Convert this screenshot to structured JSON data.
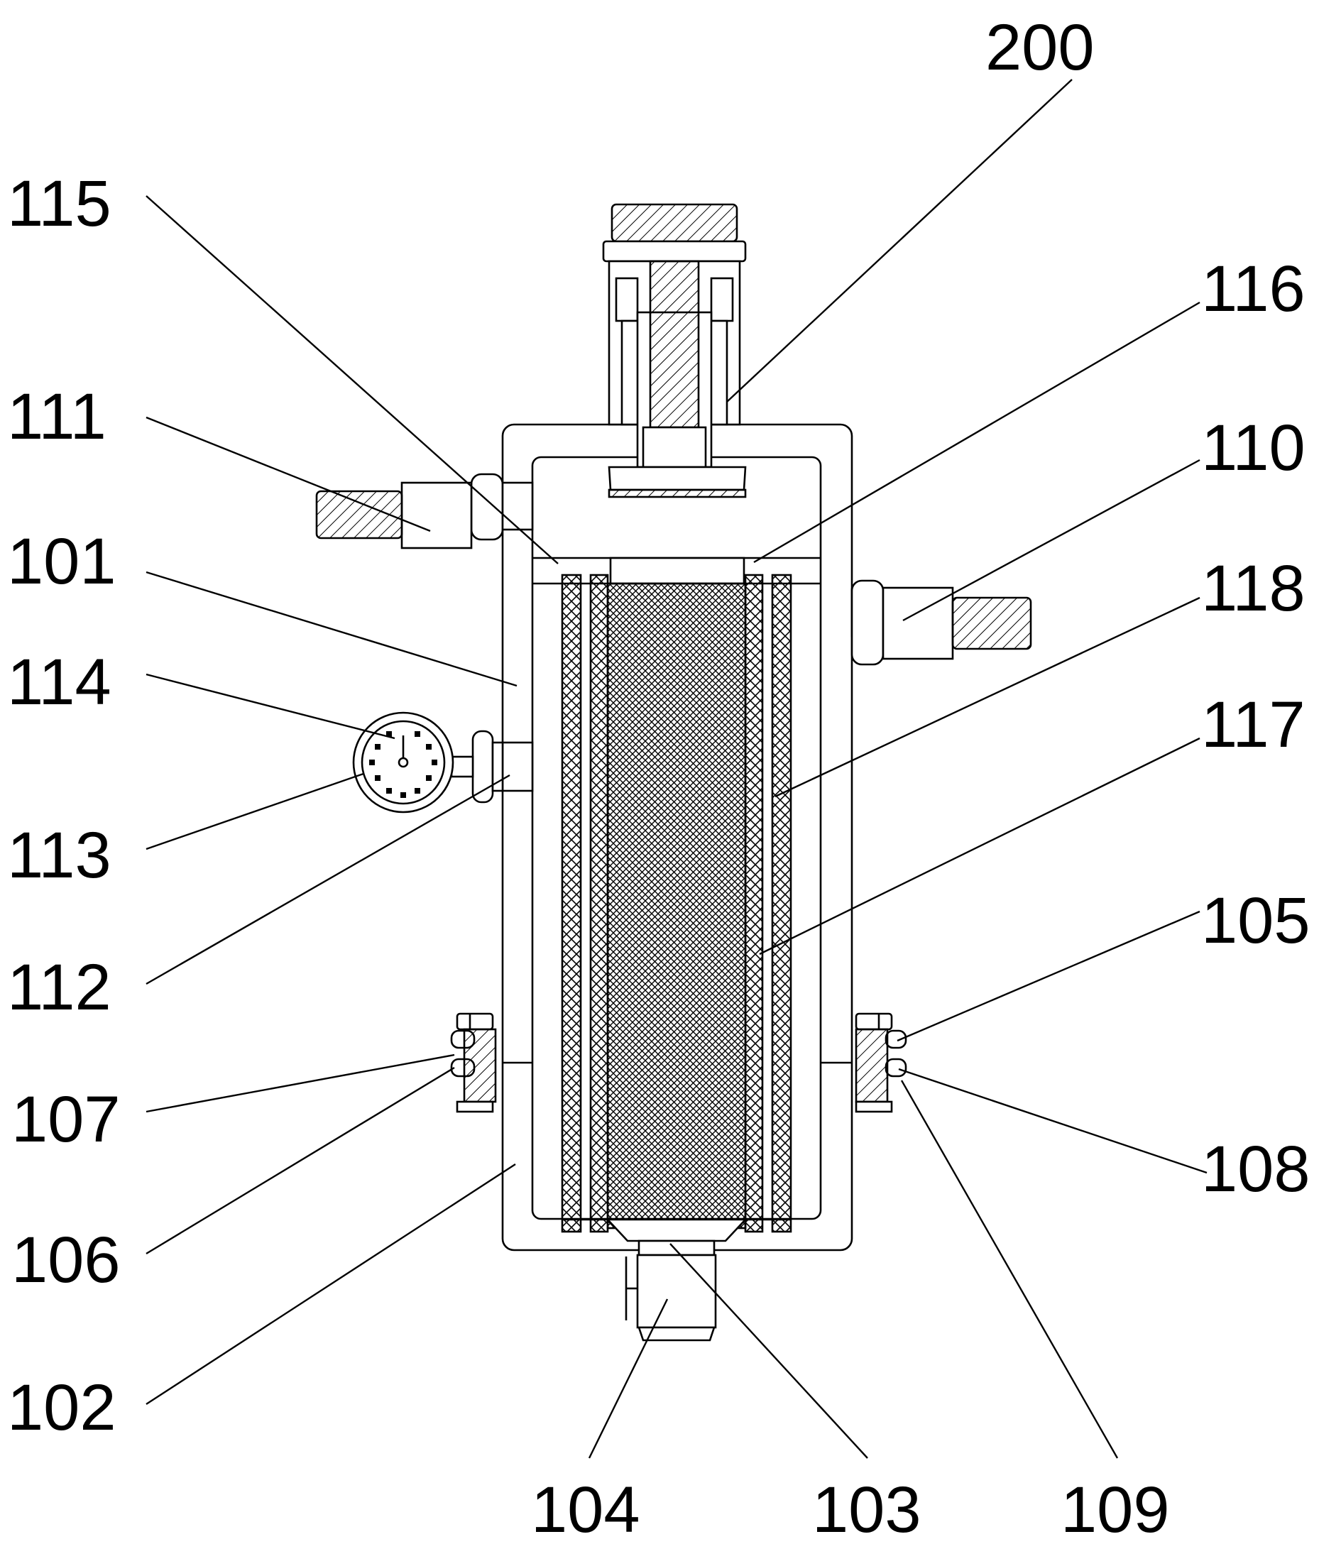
{
  "figure": {
    "labels": {
      "l200": "200",
      "l115": "115",
      "l116": "116",
      "l111": "111",
      "l110": "110",
      "l101": "101",
      "l118": "118",
      "l114": "114",
      "l117": "117",
      "l113": "113",
      "l105": "105",
      "l112": "112",
      "l107": "107",
      "l108": "108",
      "l106": "106",
      "l102": "102",
      "l104": "104",
      "l103": "103",
      "l109": "109"
    }
  }
}
